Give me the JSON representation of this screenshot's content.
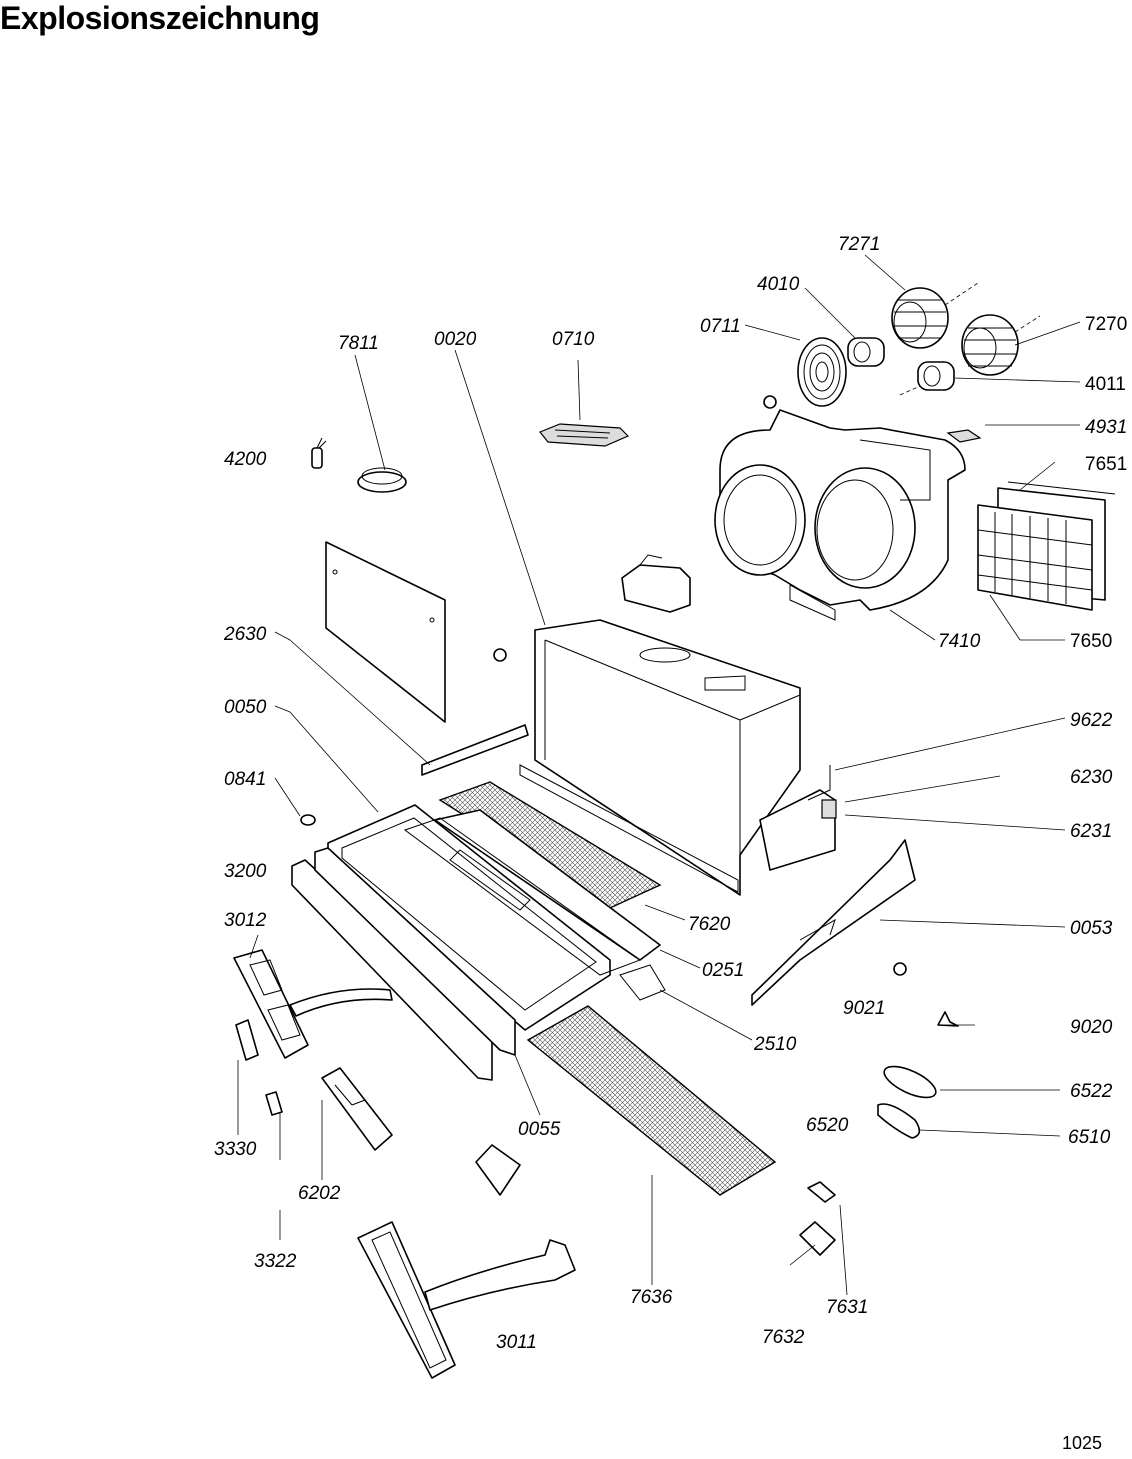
{
  "title": "Explosionszeichnung",
  "page_number": "1025",
  "labels": {
    "l7271": "7271",
    "l4010": "4010",
    "l7270": "7270",
    "l0711": "0711",
    "l4011": "4011",
    "l4931": "4931",
    "l7651": "7651",
    "l7811": "7811",
    "l0020": "0020",
    "l0710": "0710",
    "l4200": "4200",
    "l2630": "2630",
    "l7410": "7410",
    "l7650": "7650",
    "l0050": "0050",
    "l9622": "9622",
    "l0841": "0841",
    "l6230": "6230",
    "l6231": "6231",
    "l3200": "3200",
    "l3012": "3012",
    "l7620": "7620",
    "l0053": "0053",
    "l0251": "0251",
    "l9021": "9021",
    "l9020": "9020",
    "l2510": "2510",
    "l6522": "6522",
    "l3330": "3330",
    "l0055": "0055",
    "l6520": "6520",
    "l6510": "6510",
    "l6202": "6202",
    "l3322": "3322",
    "l7636": "7636",
    "l7631": "7631",
    "l7632": "7632",
    "l3011": "3011"
  }
}
